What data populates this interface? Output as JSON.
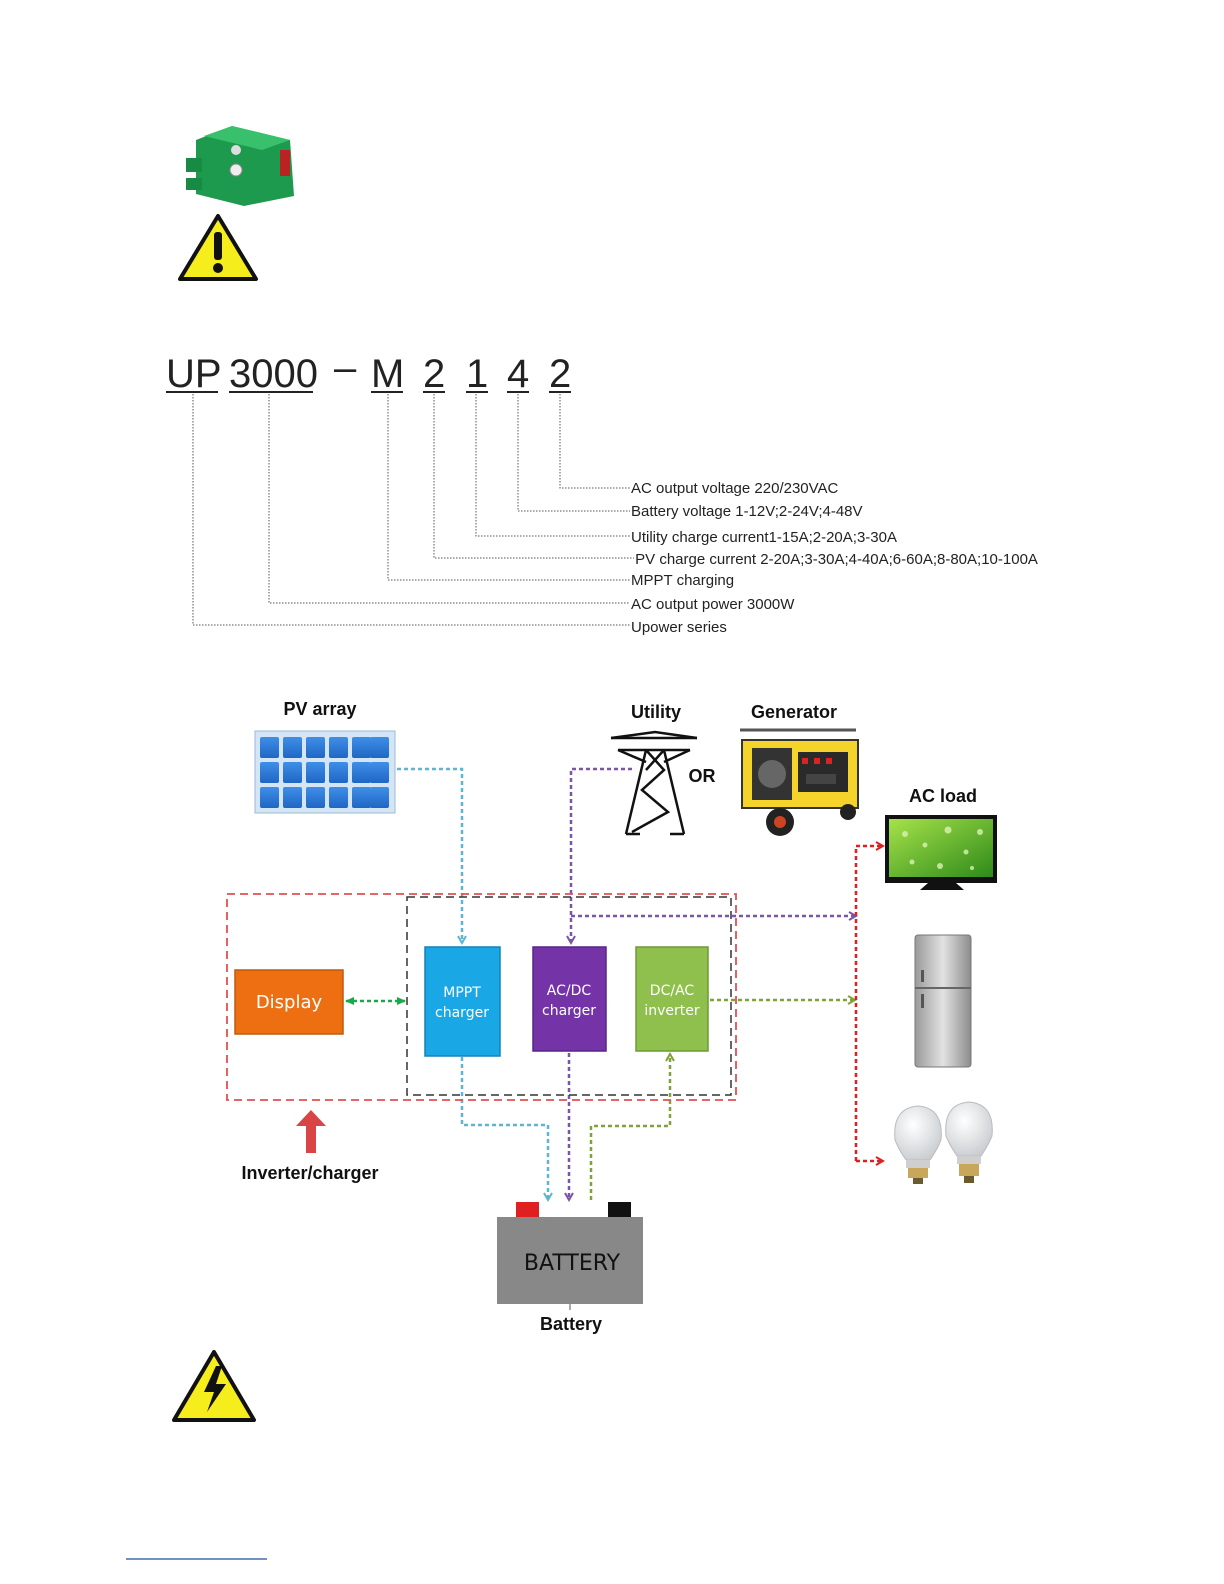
{
  "model_code": {
    "prefix": "UP",
    "power": "3000",
    "dash": "–",
    "mppt": "M",
    "pv_current": "2",
    "utility_current": "1",
    "battery_voltage": "4",
    "ac_voltage": "2"
  },
  "code_legend": {
    "ac_output_voltage": "AC output voltage 220/230VAC",
    "battery_voltage": "Battery voltage 1-12V;2-24V;4-48V",
    "utility_charge_current": "Utility charge current1-15A;2-20A;3-30A",
    "pv_charge_current": " PV charge current 2-20A;3-30A;4-40A;6-60A;8-80A;10-100A",
    "mppt_charging": "MPPT charging",
    "ac_output_power": "AC output power 3000W",
    "upower_series": "Upower series"
  },
  "diagram": {
    "pv_array": "PV array",
    "utility": "Utility",
    "or": "OR",
    "generator": "Generator",
    "ac_load": "AC load",
    "display": "Display",
    "mppt_line1": "MPPT",
    "mppt_line2": "charger",
    "acdc_line1": "AC/DC",
    "acdc_line2": "charger",
    "dcac_line1": "DC/AC",
    "dcac_line2": "inverter",
    "inverter_charger": "Inverter/charger",
    "battery_box": "BATTERY",
    "battery": "Battery"
  },
  "colors": {
    "pv_flow": "#5fb4d4",
    "utility_flow": "#7b55a8",
    "inverter_flow": "#7fa23a",
    "display_link": "#1aa84a",
    "inverter_border": "#e05050",
    "load_flow": "#e02020",
    "mppt_box": "#1aa7e6",
    "acdc_box": "#7434a8",
    "dcac_box": "#8fbf4c",
    "display_box": "#ee6f12",
    "battery_box": "#888888"
  },
  "icons": [
    "terminal-connector-icon",
    "warning-icon",
    "solar-panel-icon",
    "transmission-tower-icon",
    "generator-icon",
    "tv-icon",
    "refrigerator-icon",
    "light-bulb-icon",
    "high-voltage-icon"
  ]
}
